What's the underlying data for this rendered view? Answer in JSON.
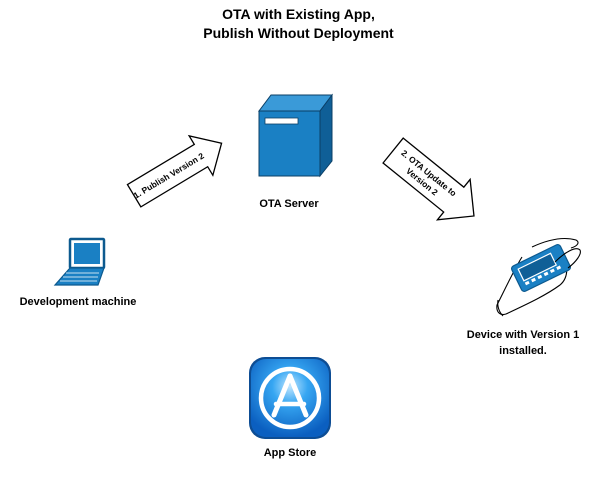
{
  "title": {
    "line1": "OTA with Existing App,",
    "line2": "Publish Without Deployment"
  },
  "nodes": {
    "dev_machine": {
      "label": "Development machine",
      "icon": "laptop-icon"
    },
    "ota_server": {
      "label": "OTA Server",
      "icon": "server-icon"
    },
    "device": {
      "label_line1": "Device with Version 1",
      "label_line2": "installed.",
      "icon": "phone-in-hand-icon"
    },
    "app_store": {
      "label": "App Store",
      "icon": "app-store-icon"
    }
  },
  "arrows": {
    "publish": {
      "label": "1. Publish Version 2"
    },
    "ota_update": {
      "label_line1": "2. OTA Update to",
      "label_line2": "Version 2"
    }
  },
  "colors": {
    "device_blue": "#1a80c4",
    "device_dark": "#0d5a8f",
    "app_store_blue": "#1e8fe6"
  }
}
